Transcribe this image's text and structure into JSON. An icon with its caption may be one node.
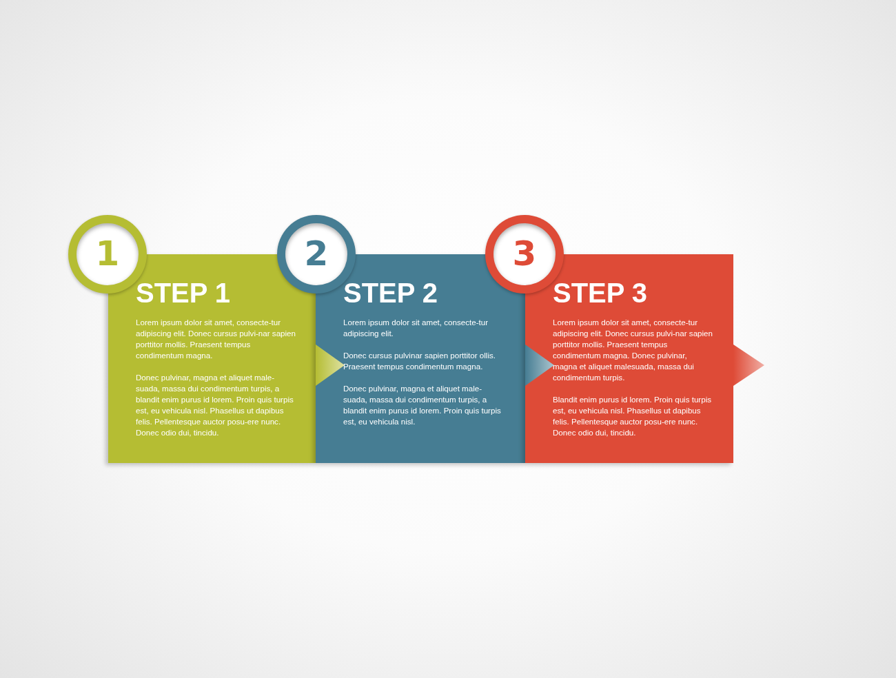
{
  "diagram": {
    "nodes": [
      {
        "text": [
          "1"
        ]
      },
      {
        "text": [
          "STEP 1",
          "Lorem ipsum dolor sit amet, consecte-tur adipiscing elit. Donec cursus pulvi-nar sapien porttitor mollis. Praesent tempus condimentum magna.",
          "Donec pulvinar, magna et aliquet male-suada, massa dui condimentum turpis, a blandit enim purus id lorem. Proin quis turpis est, eu vehicula nisl. Phasellus ut dapibus felis. Pellentesque auctor posu-ere nunc. Donec odio dui, tincidu."
        ]
      },
      {
        "text": [
          "2"
        ]
      },
      {
        "text": [
          "STEP 2",
          "Lorem ipsum dolor sit amet, consecte-tur adipiscing elit.",
          "Donec cursus pulvinar sapien porttitor ollis. Praesent tempus condimentum magna.",
          "Donec pulvinar, magna et aliquet male-suada, massa dui condimentum turpis, a blandit enim purus id lorem. Proin quis turpis est, eu vehicula nisl."
        ]
      },
      {
        "text": [
          "3"
        ]
      },
      {
        "text": [
          "STEP 3",
          "Lorem ipsum dolor sit amet, consecte-tur adipiscing elit. Donec cursus pulvi-nar sapien porttitor mollis. Praesent tempus condimentum magna. Donec pulvinar, magna et aliquet malesuada, massa dui condimentum turpis.",
          "Blandit enim purus id lorem. Proin quis turpis est, eu vehicula nisl. Phasellus ut dapibus felis. Pellentesque auctor posu-ere nunc. Donec odio dui, tincidu."
        ]
      }
    ],
    "edges": [
      {
        "from": 1,
        "to": 3,
        "arrow": "to"
      },
      {
        "from": 3,
        "to": 5,
        "arrow": "to"
      },
      {
        "from": 5,
        "to": null,
        "arrow": "to"
      }
    ]
  }
}
